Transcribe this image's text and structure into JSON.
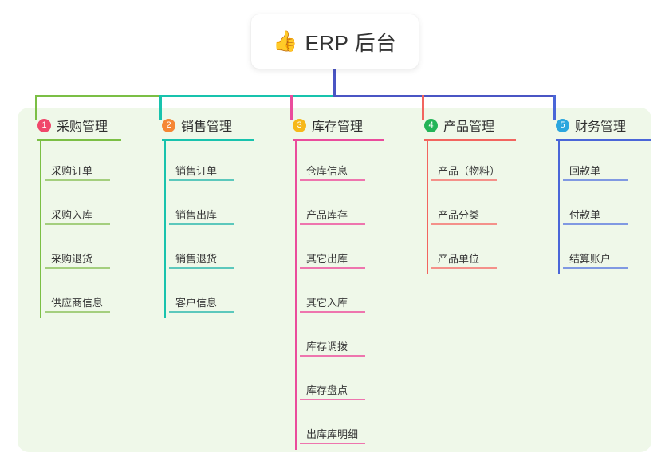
{
  "root": {
    "icon": "thumbs-up-icon",
    "emoji": "👍",
    "title": "ERP 后台"
  },
  "panel": {
    "background": "#eff8e9"
  },
  "connector": {
    "trunk_color": "#4a55c4",
    "segments": [
      {
        "name": "bus-green",
        "color": "#7bbf45"
      },
      {
        "name": "bus-teal",
        "color": "#18c3ad"
      },
      {
        "name": "bus-blue",
        "color": "#4a55c4"
      }
    ],
    "drops": [
      "#7bbf45",
      "#18c3ad",
      "#ea4c9c",
      "#f2655f",
      "#4a66d8"
    ]
  },
  "columns": [
    {
      "index": "1",
      "title": "采购管理",
      "badge_color": "#f0476b",
      "line_color": "#7bbf45",
      "rule_color": "#a4cf7e",
      "items": [
        {
          "label": "采购订单"
        },
        {
          "label": "采购入库"
        },
        {
          "label": "采购退货"
        },
        {
          "label": "供应商信息"
        }
      ]
    },
    {
      "index": "2",
      "title": "销售管理",
      "badge_color": "#f58634",
      "line_color": "#18c3ad",
      "rule_color": "#5cc8bc",
      "items": [
        {
          "label": "销售订单"
        },
        {
          "label": "销售出库"
        },
        {
          "label": "销售退货"
        },
        {
          "label": "客户信息"
        }
      ]
    },
    {
      "index": "3",
      "title": "库存管理",
      "badge_color": "#f6b819",
      "line_color": "#ea4c9c",
      "rule_color": "#ee75ae",
      "items": [
        {
          "label": "仓库信息"
        },
        {
          "label": "产品库存"
        },
        {
          "label": "其它出库"
        },
        {
          "label": "其它入库"
        },
        {
          "label": "库存调拨"
        },
        {
          "label": "库存盘点"
        },
        {
          "label": "出库库明细"
        }
      ]
    },
    {
      "index": "4",
      "title": "产品管理",
      "badge_color": "#23b457",
      "line_color": "#f2655f",
      "rule_color": "#f4918a",
      "items": [
        {
          "label": "产品（物料）"
        },
        {
          "label": "产品分类"
        },
        {
          "label": "产品单位"
        }
      ]
    },
    {
      "index": "5",
      "title": "财务管理",
      "badge_color": "#2ba6de",
      "line_color": "#4a66d8",
      "rule_color": "#8099e2",
      "items": [
        {
          "label": "回款单"
        },
        {
          "label": "付款单"
        },
        {
          "label": "结算账户"
        }
      ]
    }
  ]
}
